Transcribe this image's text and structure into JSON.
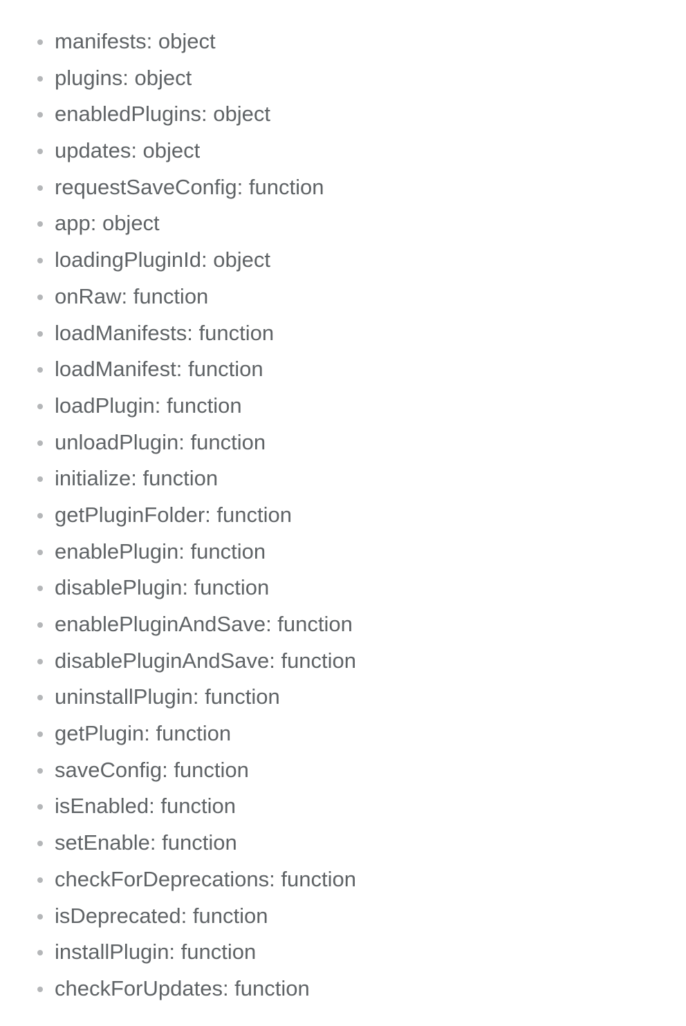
{
  "items": [
    "manifests: object",
    "plugins: object",
    "enabledPlugins: object",
    "updates: object",
    "requestSaveConfig: function",
    "app: object",
    "loadingPluginId: object",
    "onRaw: function",
    "loadManifests: function",
    "loadManifest: function",
    "loadPlugin: function",
    "unloadPlugin: function",
    "initialize: function",
    "getPluginFolder: function",
    "enablePlugin: function",
    "disablePlugin: function",
    "enablePluginAndSave: function",
    "disablePluginAndSave: function",
    "uninstallPlugin: function",
    "getPlugin: function",
    "saveConfig: function",
    "isEnabled: function",
    "setEnable: function",
    "checkForDeprecations: function",
    "isDeprecated: function",
    "installPlugin: function",
    "checkForUpdates: function"
  ]
}
